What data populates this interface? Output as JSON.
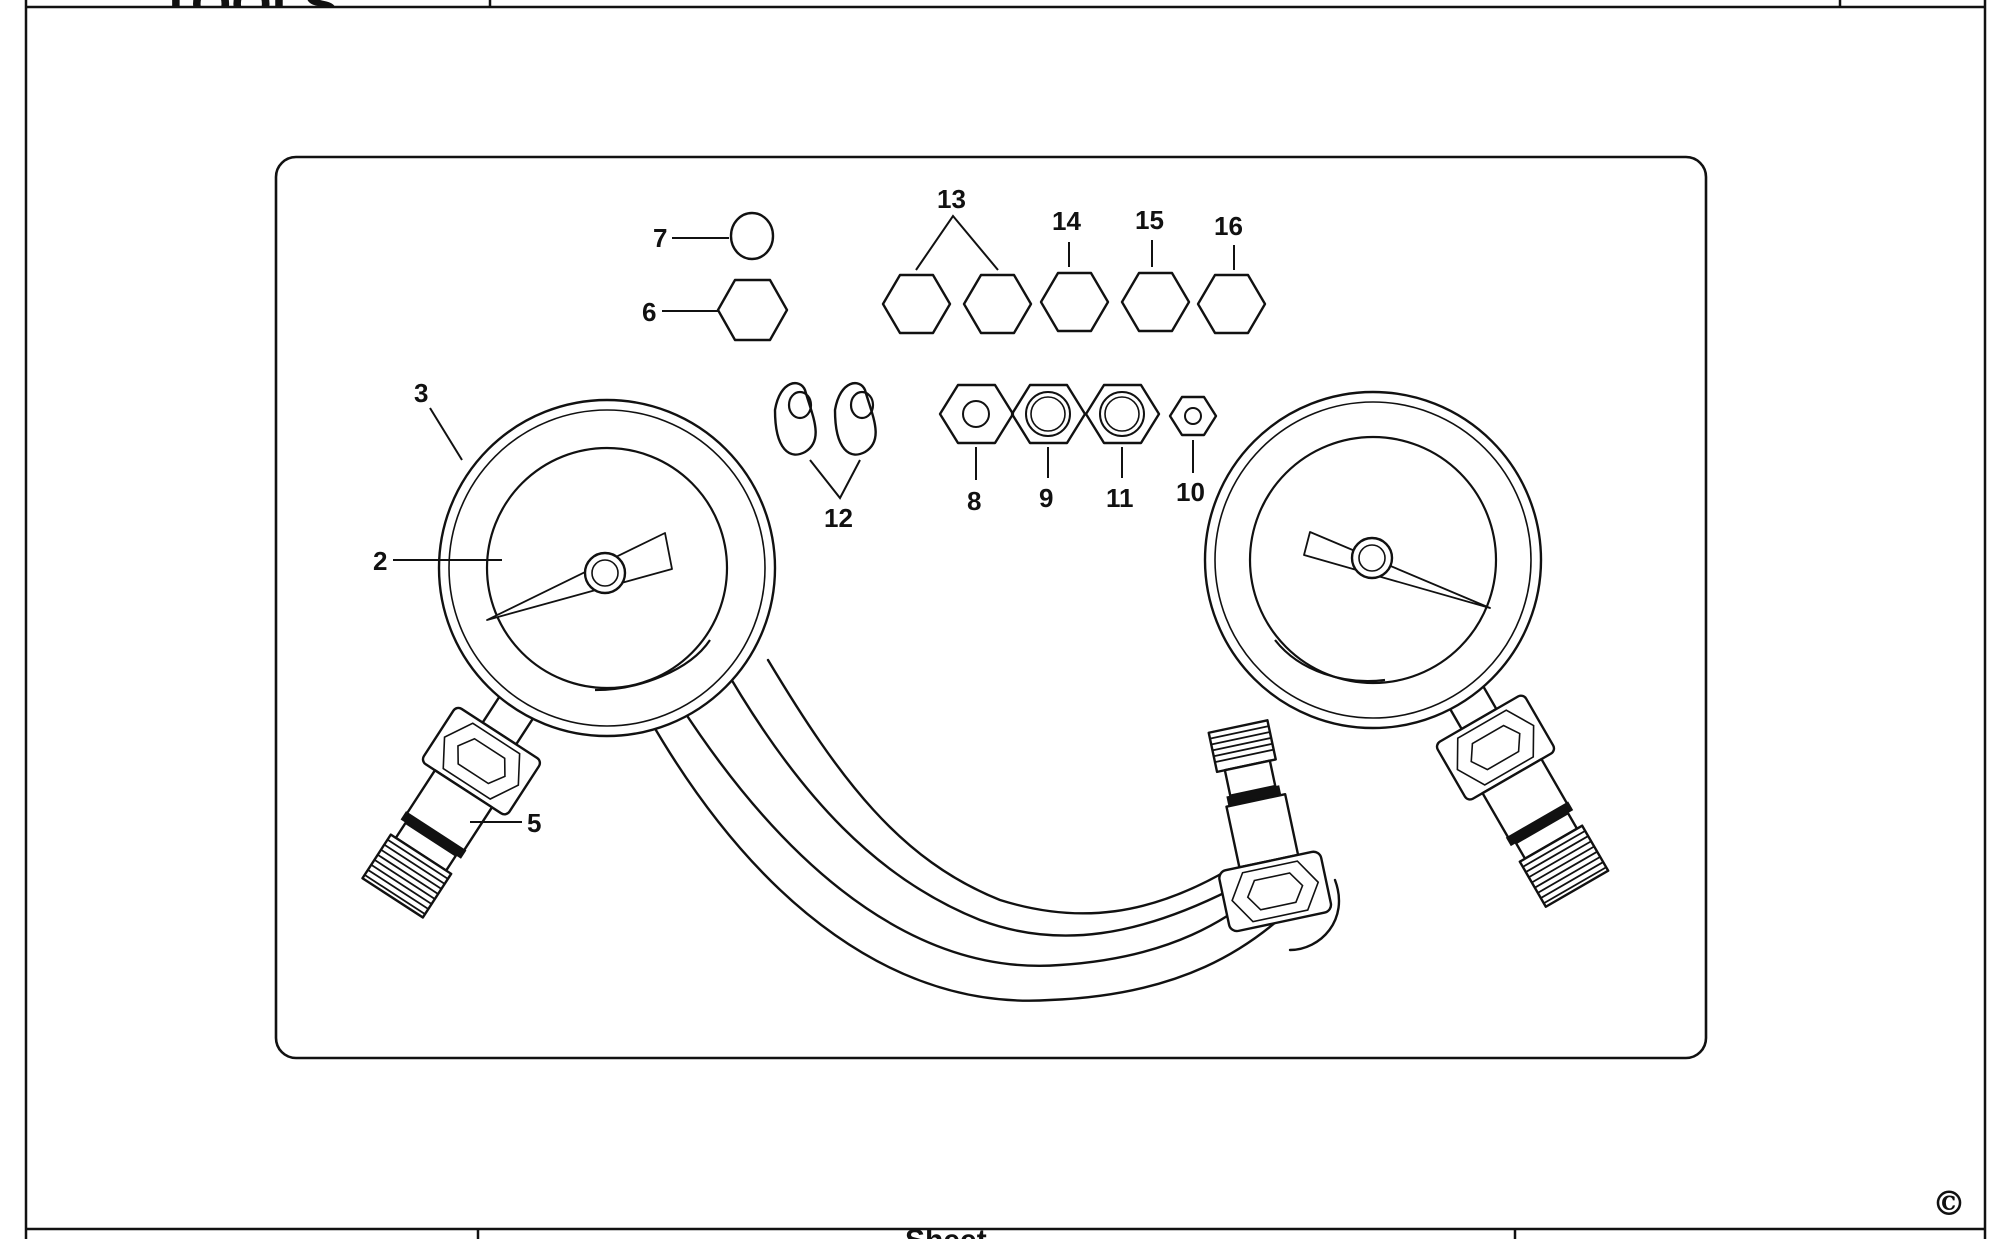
{
  "diagram": {
    "callouts": [
      "2",
      "3",
      "5",
      "6",
      "7",
      "8",
      "9",
      "10",
      "11",
      "12",
      "13",
      "14",
      "15",
      "16"
    ],
    "copyright_symbol": "©"
  },
  "header": {
    "logo_fragment": "TOOLS"
  },
  "footer": {
    "center_fragment": "Sheet"
  }
}
